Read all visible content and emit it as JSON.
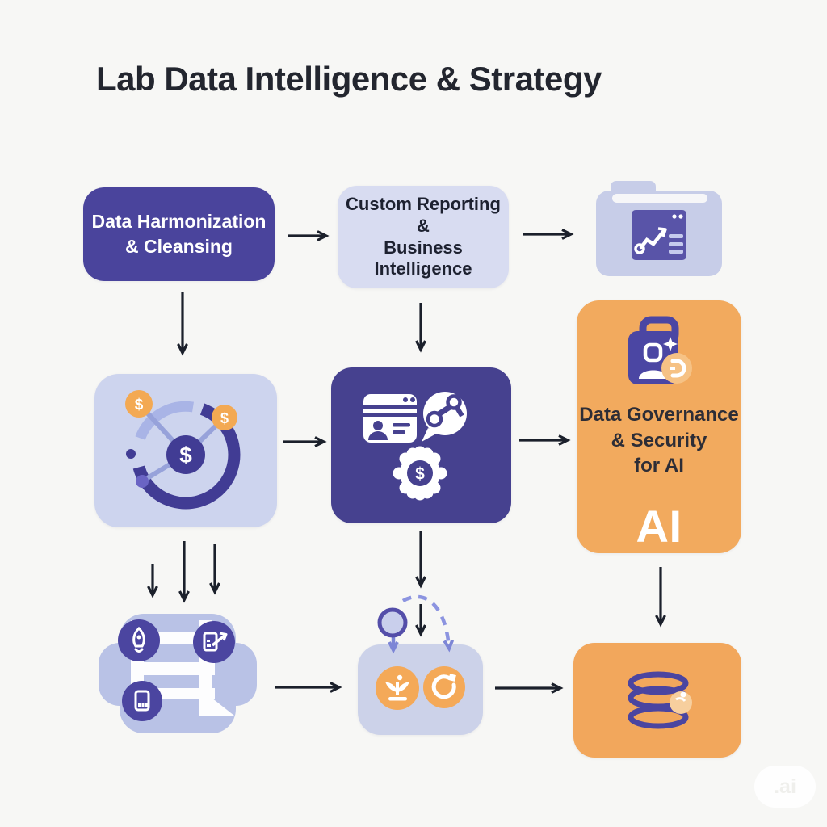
{
  "title": "Lab Data Intelligence & Strategy",
  "watermark": ".ai",
  "glyphs": {
    "dollar": "$"
  },
  "colors": {
    "background": "#f7f7f5",
    "primary_purple": "#4a449c",
    "deep_purple": "#46418f",
    "lavender": "#d8dcf1",
    "lavender_deep": "#cdd4ee",
    "periwinkle": "#b9c2e6",
    "orange": "#f2aa5e",
    "orange_badge": "#f6c285",
    "arrow_black": "#1b202b",
    "arrow_purple": "#7d86d6",
    "text_dark": "#23262f",
    "text_light": "#ffffff"
  },
  "nodes": {
    "harmonization": {
      "label_lines": [
        "Data Harmonization",
        "& Cleansing"
      ]
    },
    "reporting": {
      "label_lines": [
        "Custom Reporting",
        "&",
        "Business",
        "Intelligence"
      ]
    },
    "report_folder": {
      "icon": "folder-analytics-icon"
    },
    "cost_network": {
      "icon": "dollar-network-icon"
    },
    "crm_automation": {
      "icon": "crm-chat-gear-icon"
    },
    "governance": {
      "label_lines": [
        "Data Governance",
        "& Security",
        "for AI"
      ],
      "badge": "AI",
      "icon": "secure-briefcase-icon"
    },
    "lab_platform": {
      "icon": "lab-workflow-icon"
    },
    "pipeline": {
      "icon": "growth-refresh-icon"
    },
    "database": {
      "icon": "database-stack-icon"
    }
  }
}
